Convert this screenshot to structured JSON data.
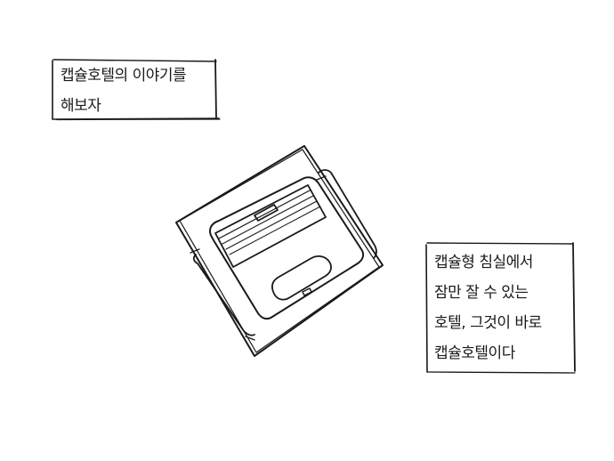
{
  "captions": [
    {
      "lines": [
        "캡슐호텔의 이야기를",
        "해보자"
      ]
    },
    {
      "lines": [
        "캡슐형 침실에서",
        "잠만 잘 수 있는",
        "호텔, 그것이 바로",
        "캡슐호텔이다"
      ]
    }
  ],
  "illustration": {
    "subject": "capsule-bed-unit"
  },
  "colors": {
    "ink": "#1a1a1a",
    "paper": "#ffffff"
  }
}
